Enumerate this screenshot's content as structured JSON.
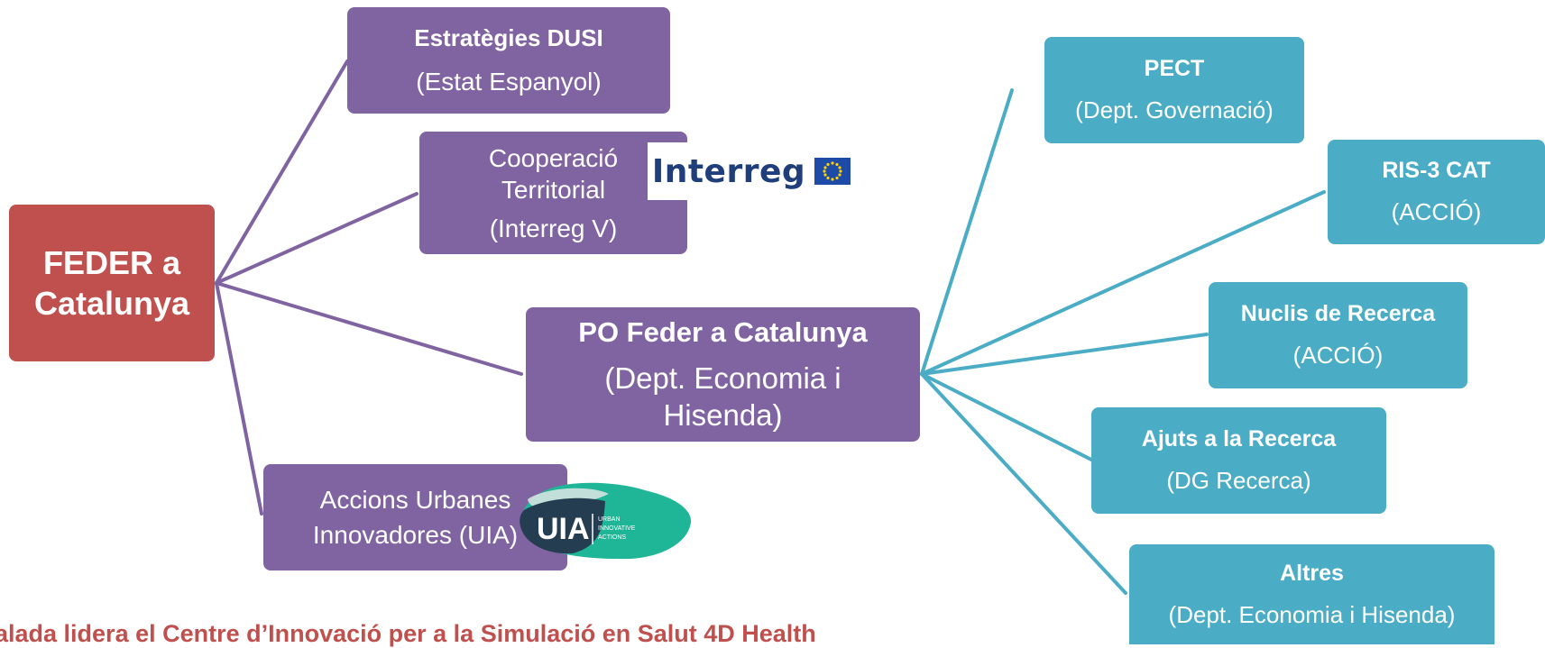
{
  "root": {
    "line1": "FEDER a",
    "line2": "Catalunya"
  },
  "left_branches": {
    "dusi": {
      "title": "Estratègies DUSI",
      "subtitle": "(Estat Espanyol)"
    },
    "cooperacio": {
      "line1": "Cooperació",
      "line2": "Territorial",
      "line3": "(Interreg V)"
    },
    "po": {
      "title": "PO Feder a Catalunya",
      "sub1": "(Dept. Economia i",
      "sub2": "Hisenda)"
    },
    "uia": {
      "line1": "Accions Urbanes",
      "line2": "Innovadores (UIA)"
    }
  },
  "right_branches": [
    {
      "title": "PECT",
      "subtitle": "(Dept. Governació)"
    },
    {
      "title": "RIS-3 CAT",
      "subtitle": "(ACCIÓ)"
    },
    {
      "title": "Nuclis de Recerca",
      "subtitle": "(ACCIÓ)"
    },
    {
      "title": "Ajuts a la Recerca",
      "subtitle": "(DG Recerca)"
    },
    {
      "title": "Altres",
      "subtitle": "(Dept. Economia i Hisenda)"
    }
  ],
  "logos": {
    "interreg": {
      "text": "Interreg",
      "icon": "eu-flag-icon"
    },
    "uia": {
      "text": "UIA",
      "small1": "URBAN",
      "small2": "INNOVATIVE",
      "small3": "ACTIONS"
    }
  },
  "footer_text": "alada lidera el Centre d’Innovació per a la Simulació en Salut 4D Health",
  "colors": {
    "purple": "#8064a2",
    "teal": "#4bacc6",
    "red": "#c0504d"
  }
}
